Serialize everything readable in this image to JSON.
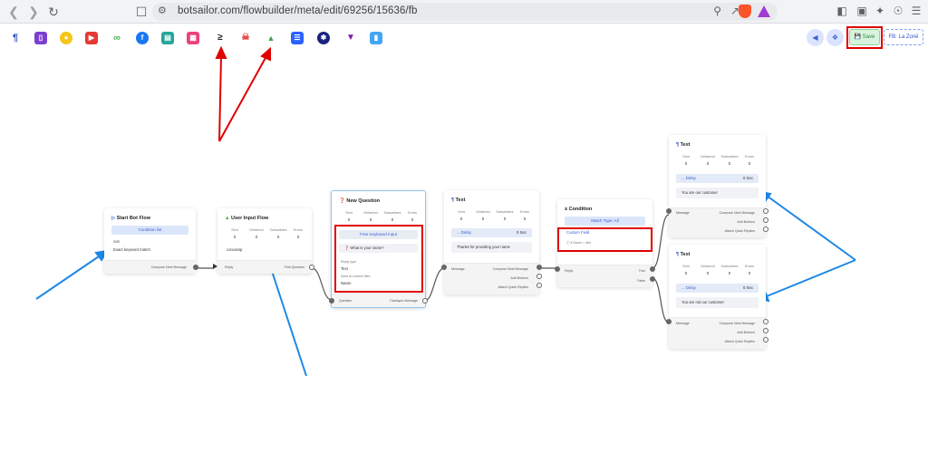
{
  "browser": {
    "url": "botsailor.com/flowbuilder/meta/edit/69256/15636/fb"
  },
  "toolbar": {
    "save_label": "Save",
    "fb_label": "FB: La Zonē"
  },
  "nodes": {
    "start": {
      "title": "Start Bot Flow",
      "pill": "Condition list",
      "keyword": "con",
      "match": "Exact keyword match",
      "out_label": "Compose Next Message"
    },
    "user_input": {
      "title": "User Input Flow",
      "reply_label": "Reply",
      "value": "concamp",
      "out_label": "First Question",
      "stats": [
        {
          "k": "Sent",
          "v": "0"
        },
        {
          "k": "Delivered",
          "v": "0"
        },
        {
          "k": "Subscribers",
          "v": "0"
        },
        {
          "k": "Errors",
          "v": "0"
        }
      ]
    },
    "question": {
      "title": "New Question",
      "pill": "Free Keyboard Input",
      "prompt": "What is your name?",
      "reply_type_label": "Reply type",
      "reply_type": "Text",
      "save_label": "Save to custom field",
      "save_value": "Name",
      "in_label": "Question",
      "out_label": "Thankyou Message",
      "stats": [
        {
          "k": "Sent",
          "v": "0"
        },
        {
          "k": "Delivered",
          "v": "0"
        },
        {
          "k": "Subscribers",
          "v": "0"
        },
        {
          "k": "Errors",
          "v": "0"
        }
      ]
    },
    "text1": {
      "title": "Text",
      "delay_label": "... Delay",
      "delay_value": "0 Sec",
      "message": "Thanks for providing your name",
      "in_label": "Message",
      "out1": "Compose Next Message",
      "out2": "Add Buttons",
      "out3": "Attach Quick Replies",
      "stats": [
        {
          "k": "Sent",
          "v": "0"
        },
        {
          "k": "Delivered",
          "v": "0"
        },
        {
          "k": "Subscribers",
          "v": "0"
        },
        {
          "k": "Errors",
          "v": "0"
        }
      ]
    },
    "condition": {
      "title": "Condition",
      "pill": "Match Type: All",
      "field": "Custom Field",
      "expr": "if Name = akh",
      "in_label": "Reply",
      "true_label": "True",
      "false_label": "False"
    },
    "text_true": {
      "title": "Text",
      "delay_label": "... Delay",
      "delay_value": "0 Sec",
      "message": "You are our customer",
      "in_label": "Message",
      "out1": "Compose Next Message",
      "out2": "Add Buttons",
      "out3": "Attach Quick Replies",
      "stats": [
        {
          "k": "Sent",
          "v": "0"
        },
        {
          "k": "Delivered",
          "v": "0"
        },
        {
          "k": "Subscribers",
          "v": "0"
        },
        {
          "k": "Errors",
          "v": "0"
        }
      ]
    },
    "text_false": {
      "title": "Text",
      "delay_label": "... Delay",
      "delay_value": "0 Sec",
      "message": "You are not our customer",
      "in_label": "Message",
      "out1": "Compose Next Message",
      "out2": "Add Buttons",
      "out3": "Attach Quick Replies",
      "stats": [
        {
          "k": "Sent",
          "v": "0"
        },
        {
          "k": "Delivered",
          "v": "0"
        },
        {
          "k": "Subscribers",
          "v": "0"
        },
        {
          "k": "Errors",
          "v": "0"
        }
      ]
    }
  },
  "colors": {
    "annotation_red": "#e00000",
    "annotation_blue": "#1e88e5",
    "pill_blue": "#dbe6fb"
  }
}
